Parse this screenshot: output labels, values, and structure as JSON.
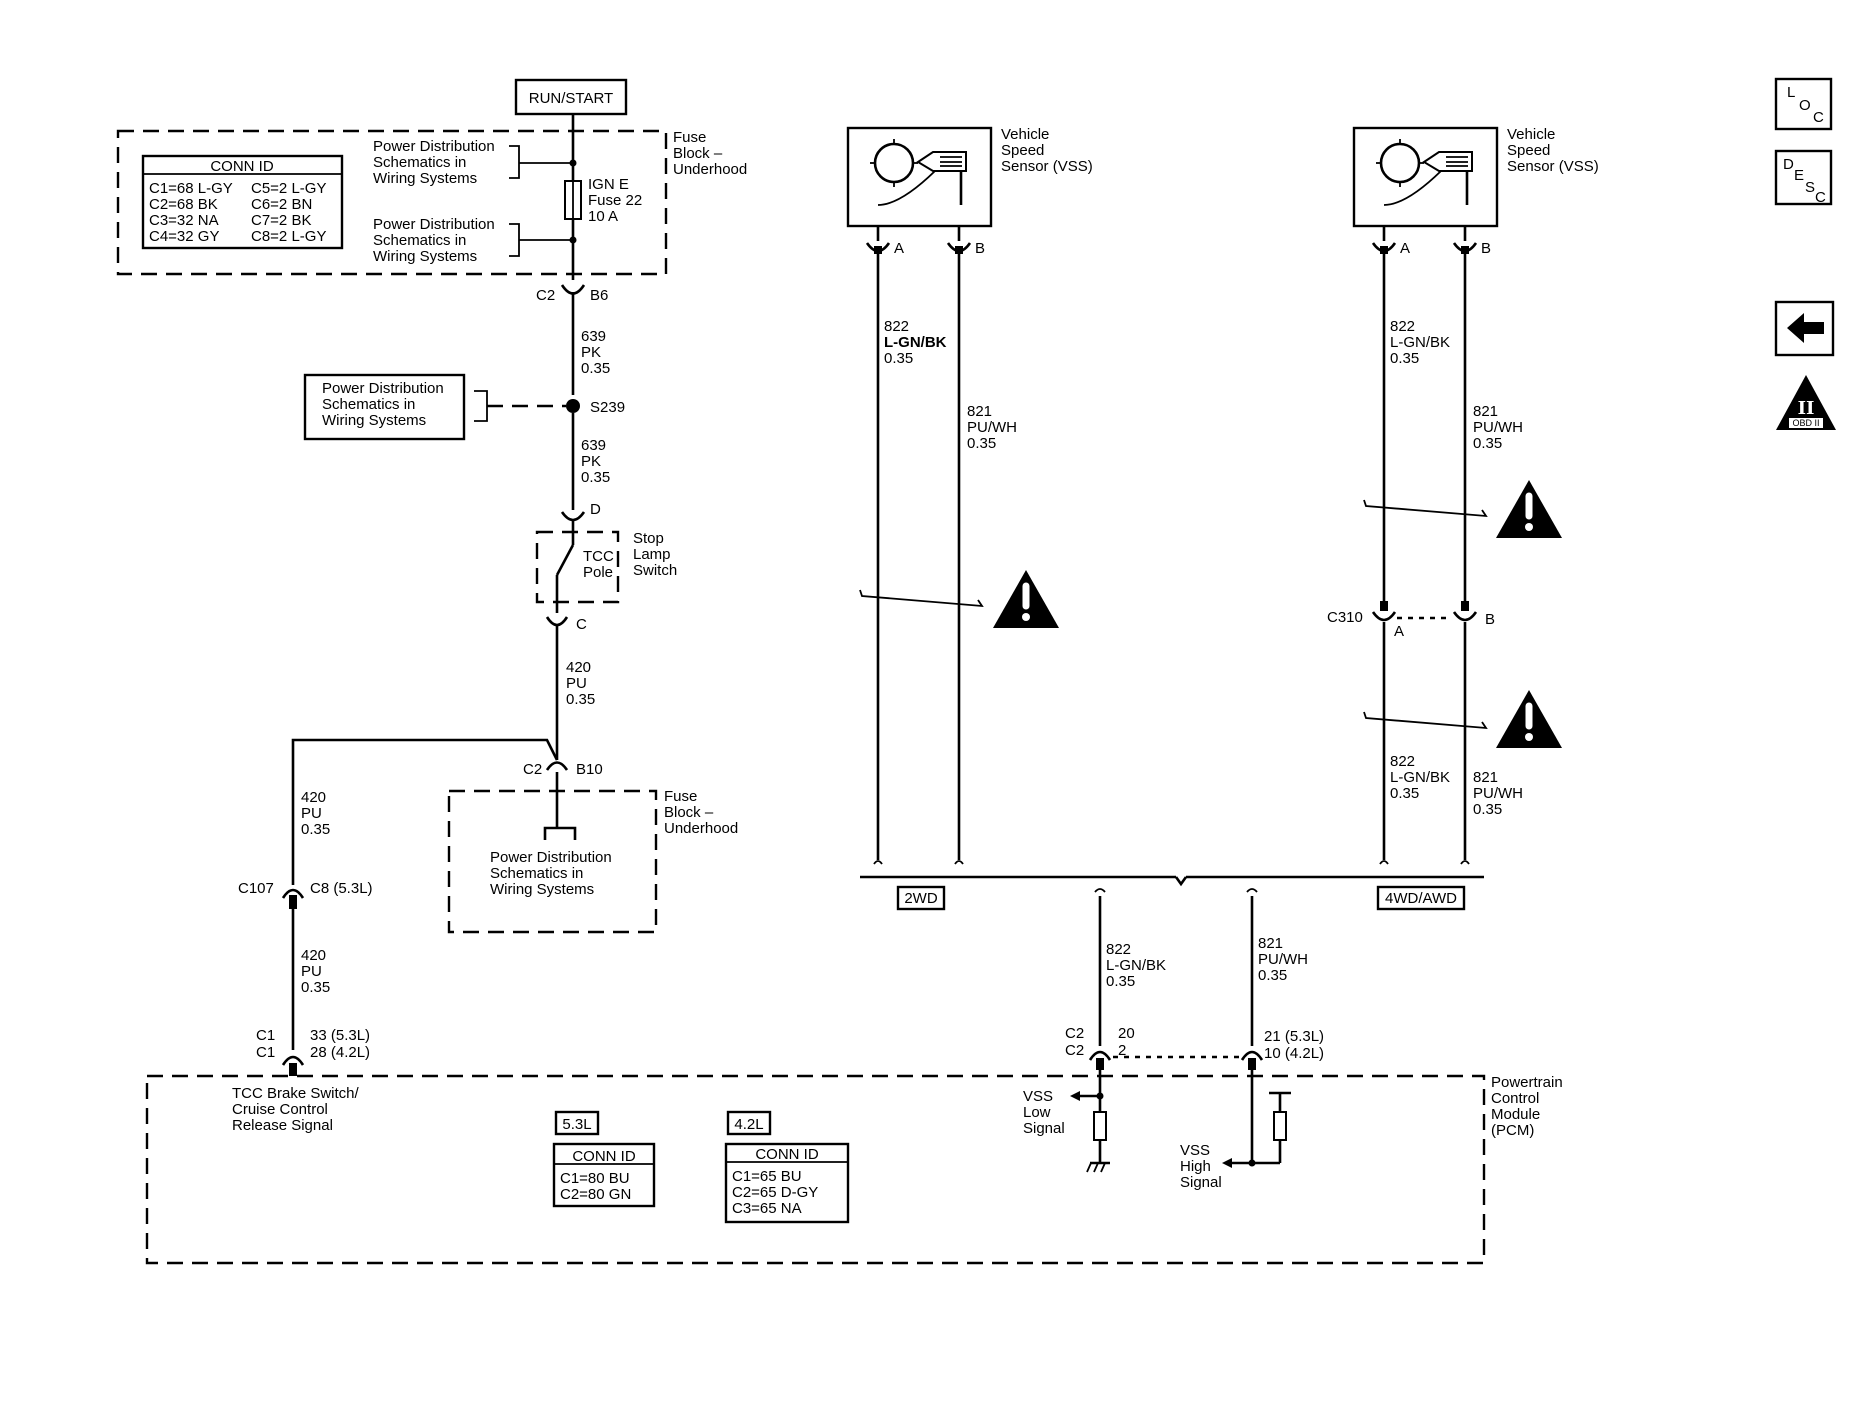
{
  "run_start": "RUN/START",
  "fuse_block_top": {
    "l1": "Fuse",
    "l2": "Block –",
    "l3": "Underhood"
  },
  "conn_id_top": {
    "title": "CONN ID",
    "left": [
      "C1=68 L-GY",
      "C2=68 BK",
      "C3=32 NA",
      "C4=32 GY"
    ],
    "right": [
      "C5=2 L-GY",
      "C6=2 BN",
      "C7=2 BK",
      "C8=2 L-GY"
    ]
  },
  "pds": {
    "l1": "Power Distribution",
    "l2": "Schematics in",
    "l3": "Wiring Systems"
  },
  "fuse": {
    "l1": "IGN E",
    "l2": "Fuse 22",
    "l3": "10 A"
  },
  "conn_c2b6": {
    "left": "C2",
    "right": "B6"
  },
  "wire_639a": {
    "l1": "639",
    "l2": "PK",
    "l3": "0.35"
  },
  "splice": "S239",
  "wire_639b": {
    "l1": "639",
    "l2": "PK",
    "l3": "0.35"
  },
  "conn_d": "D",
  "switch": {
    "inner1": "TCC",
    "inner2": "Pole",
    "l1": "Stop",
    "l2": "Lamp",
    "l3": "Switch"
  },
  "conn_c": "C",
  "wire_420a": {
    "l1": "420",
    "l2": "PU",
    "l3": "0.35"
  },
  "conn_c2b10": {
    "left": "C2",
    "right": "B10"
  },
  "fuse_block_mid": {
    "l1": "Fuse",
    "l2": "Block –",
    "l3": "Underhood"
  },
  "wire_420b": {
    "l1": "420",
    "l2": "PU",
    "l3": "0.35"
  },
  "conn_c107": {
    "left": "C107",
    "right": "C8 (5.3L)"
  },
  "wire_420c": {
    "l1": "420",
    "l2": "PU",
    "l3": "0.35"
  },
  "conn_c1": {
    "left1": "C1",
    "left2": "C1",
    "right1": "33 (5.3L)",
    "right2": "28 (4.2L)"
  },
  "tcc_signal": {
    "l1": "TCC Brake Switch/",
    "l2": "Cruise Control",
    "l3": "Release Signal"
  },
  "pcm_53": {
    "badge": "5.3L",
    "title": "CONN ID",
    "rows": [
      "C1=80 BU",
      "C2=80 GN"
    ]
  },
  "pcm_42": {
    "badge": "4.2L",
    "title": "CONN ID",
    "rows": [
      "C1=65 BU",
      "C2=65 D-GY",
      "C3=65 NA"
    ]
  },
  "vss": {
    "l1": "Vehicle",
    "l2": "Speed",
    "l3": "Sensor (VSS)"
  },
  "pin_a": "A",
  "pin_b": "B",
  "wire_822": {
    "l1": "822",
    "l2": "L-GN/BK",
    "l3": "0.35"
  },
  "wire_821": {
    "l1": "821",
    "l2": "PU/WH",
    "l3": "0.35"
  },
  "c310": "C310",
  "variant_2wd": "2WD",
  "variant_4wd": "4WD/AWD",
  "pcm_conn_left": {
    "l1": "C2",
    "l2": "C2",
    "r1": "20",
    "r2": "2"
  },
  "pcm_conn_right": {
    "r1": "21 (5.3L)",
    "r2": "10 (4.2L)"
  },
  "vss_low": {
    "l1": "VSS",
    "l2": "Low",
    "l3": "Signal"
  },
  "vss_high": {
    "l1": "VSS",
    "l2": "High",
    "l3": "Signal"
  },
  "pcm": {
    "l1": "Powertrain",
    "l2": "Control",
    "l3": "Module",
    "l4": "(PCM)"
  },
  "side_icons": {
    "loc": [
      "L",
      "O",
      "C"
    ],
    "desc": [
      "D",
      "E",
      "S",
      "C"
    ],
    "obd_roman": "II",
    "obd_text": "OBD II"
  }
}
